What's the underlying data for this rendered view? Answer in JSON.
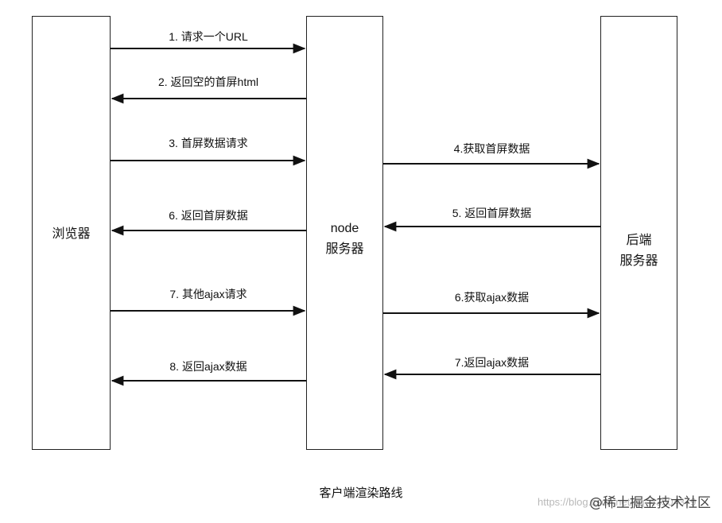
{
  "nodes": {
    "browser": {
      "label": "浏览器"
    },
    "node_server": {
      "line1": "node",
      "line2": "服务器"
    },
    "backend": {
      "line1": "后端",
      "line2": "服务器"
    }
  },
  "arrows": [
    {
      "id": "a1",
      "label": "1. 请求一个URL"
    },
    {
      "id": "a2",
      "label": "2. 返回空的首屏html"
    },
    {
      "id": "a3",
      "label": "3. 首屏数据请求"
    },
    {
      "id": "a4",
      "label": "4.获取首屏数据"
    },
    {
      "id": "a5",
      "label": "5. 返回首屏数据"
    },
    {
      "id": "a6a",
      "label": "6. 返回首屏数据"
    },
    {
      "id": "a6b",
      "label": "6.获取ajax数据"
    },
    {
      "id": "a7a",
      "label": "7. 其他ajax请求"
    },
    {
      "id": "a7b",
      "label": "7.返回ajax数据"
    },
    {
      "id": "a8",
      "label": "8. 返回ajax数据"
    }
  ],
  "caption": "客户端渲染路线",
  "watermark": {
    "url": "https://blog.csdn.net/qq_43504379",
    "brand": "@稀土掘金技术社区"
  }
}
